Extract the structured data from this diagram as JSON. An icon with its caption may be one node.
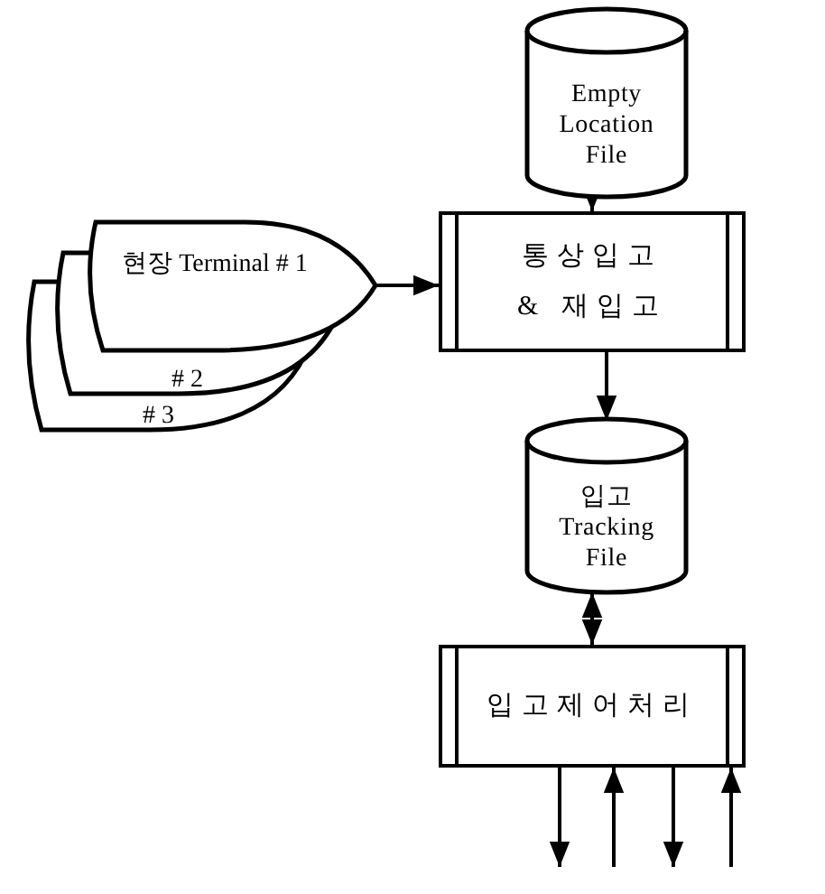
{
  "diagram": {
    "nodes": [
      {
        "text": [
          "Empty Location File"
        ]
      },
      {
        "text": [
          "현장 Terminal # 1"
        ]
      },
      {
        "text": [
          "# 2"
        ]
      },
      {
        "text": [
          "# 3"
        ]
      },
      {
        "text": [
          "통상입고 & 재입고"
        ]
      },
      {
        "text": [
          "입고 Tracking File"
        ]
      },
      {
        "text": [
          "입고제어처리"
        ]
      }
    ],
    "edges": [
      {
        "from": 0,
        "to": 4,
        "arrow": "to"
      },
      {
        "from": 1,
        "to": 4,
        "arrow": "to"
      },
      {
        "from": 4,
        "to": 5,
        "arrow": "to"
      },
      {
        "from": 5,
        "to": 6,
        "arrow": "both"
      },
      {
        "from": 6,
        "to": null,
        "arrow": "to"
      },
      {
        "from": null,
        "to": 6,
        "arrow": "to"
      },
      {
        "from": 6,
        "to": null,
        "arrow": "to"
      },
      {
        "from": null,
        "to": 6,
        "arrow": "to"
      }
    ]
  }
}
